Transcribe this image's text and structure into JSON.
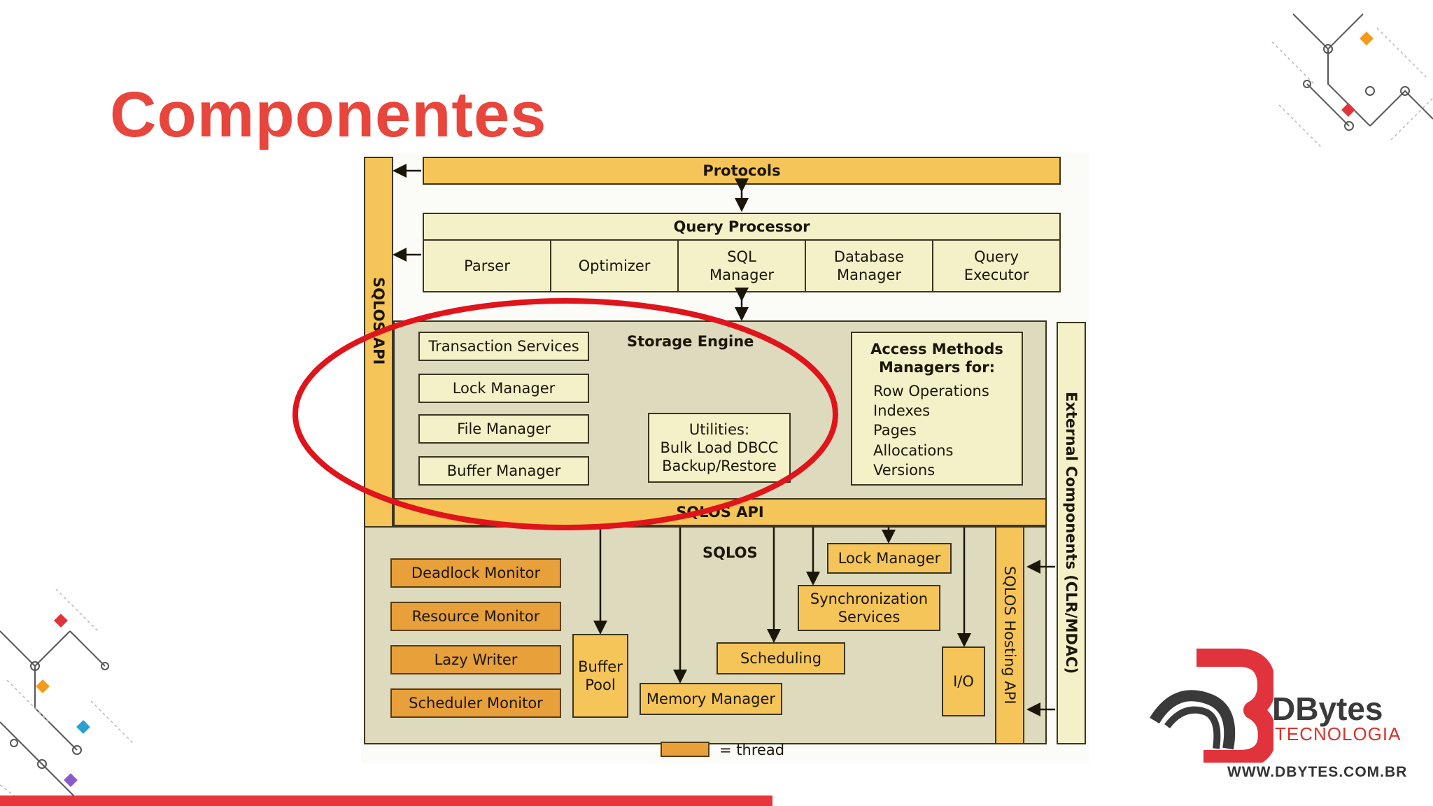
{
  "slide": {
    "title": "Componentes"
  },
  "diagram": {
    "protocols": "Protocols",
    "query_processor": {
      "title": "Query Processor",
      "items": [
        "Parser",
        "Optimizer",
        "SQL\nManager",
        "Database\nManager",
        "Query\nExecutor"
      ]
    },
    "sqlos_api_side": "SQLOS API",
    "external_components": "External Components (CLR/MDAC)",
    "storage_engine": {
      "title": "Storage Engine",
      "left_items": [
        "Transaction Services",
        "Lock Manager",
        "File Manager",
        "Buffer Manager"
      ],
      "utilities": "Utilities:\nBulk Load DBCC\nBackup/Restore",
      "access_methods_title": "Access Methods\nManagers for:",
      "access_methods_items": "Row Operations\nIndexes\nPages\nAllocations\nVersions"
    },
    "sqlos_api_bar": "SQLOS API",
    "sqlos": {
      "title": "SQLOS",
      "monitors": [
        "Deadlock Monitor",
        "Resource Monitor",
        "Lazy Writer",
        "Scheduler Monitor"
      ],
      "buffer_pool": "Buffer\nPool",
      "memory_manager": "Memory Manager",
      "scheduling": "Scheduling",
      "synchronization": "Synchronization\nServices",
      "lock_manager": "Lock Manager",
      "io": "I/O",
      "hosting_api": "SQLOS Hosting API"
    },
    "legend": "= thread"
  },
  "logo": {
    "name": "DBytes",
    "subtitle": "TECNOLOGIA",
    "url": "WWW.DBYTES.COM.BR"
  },
  "colors": {
    "title": "#e8453c",
    "highlight_ellipse": "#e0141b",
    "gold": "#f5c55a",
    "thread": "#e8a03a",
    "panel": "#dddabd"
  }
}
